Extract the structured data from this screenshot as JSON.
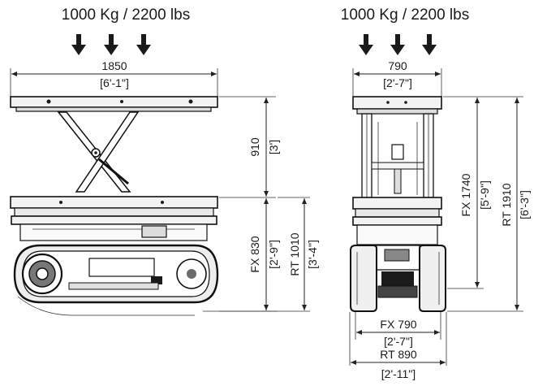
{
  "side_view": {
    "load_label": "1000 Kg / 2200 lbs",
    "width_mm": "1850",
    "width_ft": "[6'-1\"]",
    "lift_mm": "910",
    "lift_ft": "[3']",
    "fx_height": "FX 830",
    "fx_height_ft": "[2'-9\"]",
    "rt_height": "RT 1010",
    "rt_height_ft": "[3'-4\"]"
  },
  "front_view": {
    "load_label": "1000 Kg / 2200 lbs",
    "platform_width_mm": "790",
    "platform_width_ft": "[2'-7\"]",
    "fx_total_height": "FX 1740",
    "fx_total_height_ft": "[5'-9\"]",
    "rt_total_height": "RT 1910",
    "rt_total_height_ft": "[6'-3\"]",
    "fx_track_width": "FX 790",
    "fx_track_width_ft": "[2'-7\"]",
    "rt_track_width": "RT 890",
    "rt_track_width_ft": "[2'-11\"]"
  },
  "colors": {
    "line": "#222222",
    "fill": "#f2f2f2",
    "dark": "#1a1a1a"
  },
  "icons": [
    "load-arrow-icon"
  ]
}
